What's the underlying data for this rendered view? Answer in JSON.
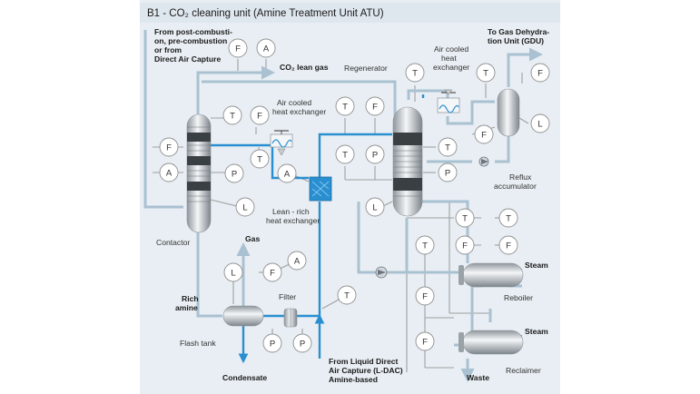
{
  "title": "B1 - CO₂ cleaning unit (Amine Treatment Unit ATU)",
  "labels": {
    "inlet_line1": "From post-combusti-",
    "inlet_line2": "on, pre-combustion",
    "inlet_line3": "or from",
    "inlet_line4": "Direct Air Capture",
    "co2_lean_gas": "CO₂ lean gas",
    "air_cooled_hx_1_line1": "Air cooled",
    "air_cooled_hx_1_line2": "heat exchanger",
    "regenerator": "Regenerator",
    "air_cooled_hx_2_line1": "Air cooled",
    "air_cooled_hx_2_line2": "heat",
    "air_cooled_hx_2_line3": "exchanger",
    "gdu_line1": "To Gas Dehydra-",
    "gdu_line2": "tion Unit (GDU)",
    "reflux_line1": "Reflux",
    "reflux_line2": "accumulator",
    "lean_rich_line1": "Lean - rich",
    "lean_rich_line2": "heat exchanger",
    "contactor": "Contactor",
    "gas": "Gas",
    "rich_amine_line1": "Rich",
    "rich_amine_line2": "amine",
    "filter": "Filter",
    "flash_tank": "Flash tank",
    "condensate": "Condensate",
    "ldac_line1": "From Liquid Direct",
    "ldac_line2": "Air Capture (L-DAC)",
    "ldac_line3": "Amine-based",
    "steam_1": "Steam",
    "reboiler": "Reboiler",
    "steam_2": "Steam",
    "waste": "Waste",
    "reclaimer": "Reclaimer"
  },
  "instruments": [
    {
      "id": "i1",
      "tag": "F"
    },
    {
      "id": "i2",
      "tag": "A"
    },
    {
      "id": "i3",
      "tag": "F"
    },
    {
      "id": "i4",
      "tag": "A"
    },
    {
      "id": "i5",
      "tag": "T"
    },
    {
      "id": "i6",
      "tag": "F"
    },
    {
      "id": "i7",
      "tag": "T"
    },
    {
      "id": "i8",
      "tag": "P"
    },
    {
      "id": "i9",
      "tag": "A"
    },
    {
      "id": "i10",
      "tag": "L"
    },
    {
      "id": "i11",
      "tag": "T"
    },
    {
      "id": "i12",
      "tag": "F"
    },
    {
      "id": "i13",
      "tag": "T"
    },
    {
      "id": "i14",
      "tag": "P"
    },
    {
      "id": "i15",
      "tag": "L"
    },
    {
      "id": "i16",
      "tag": "T"
    },
    {
      "id": "i17",
      "tag": "T"
    },
    {
      "id": "i18",
      "tag": "F"
    },
    {
      "id": "i19",
      "tag": "T"
    },
    {
      "id": "i20",
      "tag": "P"
    },
    {
      "id": "i21",
      "tag": "F"
    },
    {
      "id": "i22",
      "tag": "L"
    },
    {
      "id": "i23",
      "tag": "T"
    },
    {
      "id": "i24",
      "tag": "T"
    },
    {
      "id": "i25",
      "tag": "T"
    },
    {
      "id": "i26",
      "tag": "F"
    },
    {
      "id": "i27",
      "tag": "F"
    },
    {
      "id": "i28",
      "tag": "L"
    },
    {
      "id": "i29",
      "tag": "F"
    },
    {
      "id": "i30",
      "tag": "A"
    },
    {
      "id": "i31",
      "tag": "T"
    },
    {
      "id": "i32",
      "tag": "P"
    },
    {
      "id": "i33",
      "tag": "P"
    },
    {
      "id": "i34",
      "tag": "F"
    },
    {
      "id": "i35",
      "tag": "F"
    }
  ],
  "colors": {
    "background": "#e8eef3",
    "process_line": "#aac1d2",
    "main_line": "#2a8fd1",
    "instrument_line": "#a0a0a0",
    "steam_line": "#d68f72",
    "vessel_dark": "#3a3f44"
  }
}
